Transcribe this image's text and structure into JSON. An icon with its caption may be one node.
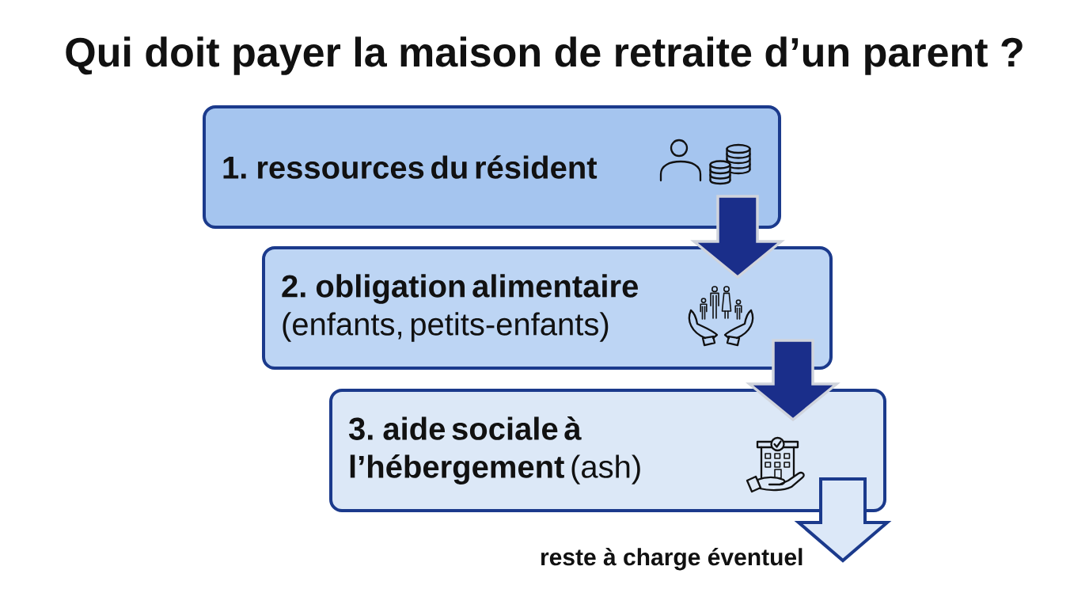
{
  "diagram": {
    "title": "Qui doit payer la maison de retraite d’un parent ?",
    "nodes": [
      {
        "text": [
          "1. ressources du résident"
        ]
      },
      {
        "text": [
          "2. obligation alimentaire",
          "(enfants, petits-enfants)"
        ]
      },
      {
        "text": [
          "**3. aide sociale à l’hébergement** (ash)"
        ]
      },
      {
        "text": [
          "reste à charge éventuel"
        ]
      }
    ],
    "edges": [
      {
        "from": 0,
        "to": 1,
        "arrow": "to"
      },
      {
        "from": 1,
        "to": 2,
        "arrow": "to"
      },
      {
        "from": 2,
        "to": 3,
        "arrow": "to",
        "color": "#dce8f8"
      }
    ]
  }
}
